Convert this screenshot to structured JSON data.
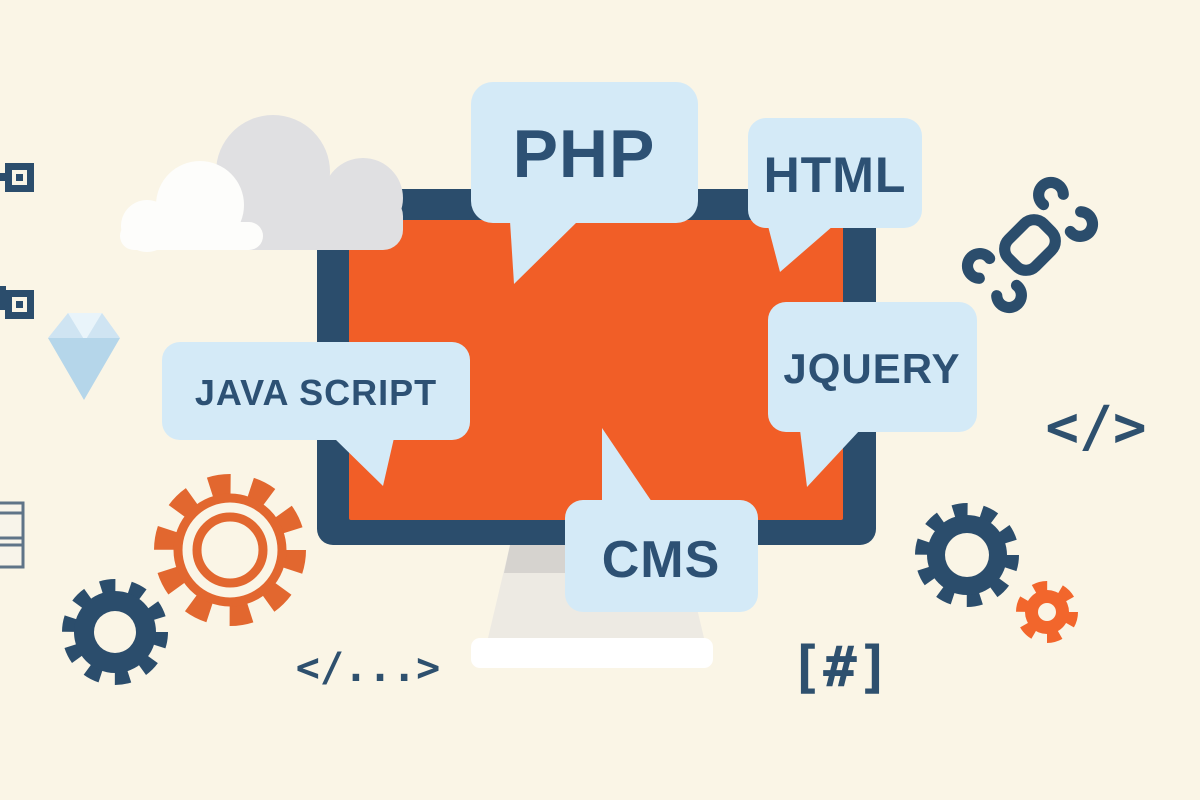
{
  "illustration": {
    "title": "web-development-technologies-illustration",
    "background_color": "#faf5e6",
    "colors": {
      "navy": "#2b4d6c",
      "screen_orange": "#f15e27",
      "outline_gear_orange": "#e2672f",
      "small_gear_orange": "#f2662c",
      "bubble_blue": "#d4eaf7",
      "label_navy": "#2d5174",
      "cloud_gray": "#e0e0e2",
      "cloud_white": "#fdfdfb",
      "stand_gray": "#edeae3",
      "stand_shadow_gray": "#d6d3cf",
      "stand_base_white": "#ffffff",
      "diamond_light_blue": "#cfe4f2",
      "diamond_pale": "#e9f4fa",
      "diamond_deep_blue": "#b5d6ea",
      "table_icon_slate": "#5f7488"
    },
    "bubbles": {
      "php": {
        "label": "PHP"
      },
      "html": {
        "label": "HTML"
      },
      "jquery": {
        "label": "JQUERY"
      },
      "javascript": {
        "label": "JAVA SCRIPT"
      },
      "cms": {
        "label": "CMS"
      }
    },
    "code_snippets": {
      "bottom_left": "</...>",
      "bottom_right": "[#]",
      "right": "</>"
    },
    "icons": {
      "monitor": "monitor-icon",
      "cloud_back": "cloud-icon",
      "cloud_front": "cloud-icon",
      "diamond": "diamond-icon",
      "broken_link": "broken-link-icon",
      "gear_outline": "gear-icon",
      "gear_left": "gear-icon",
      "gear_right": "gear-icon",
      "gear_small": "gear-icon",
      "node_top": "circuit-node-icon",
      "node_bottom": "circuit-node-icon",
      "table": "table-lines-icon"
    }
  }
}
